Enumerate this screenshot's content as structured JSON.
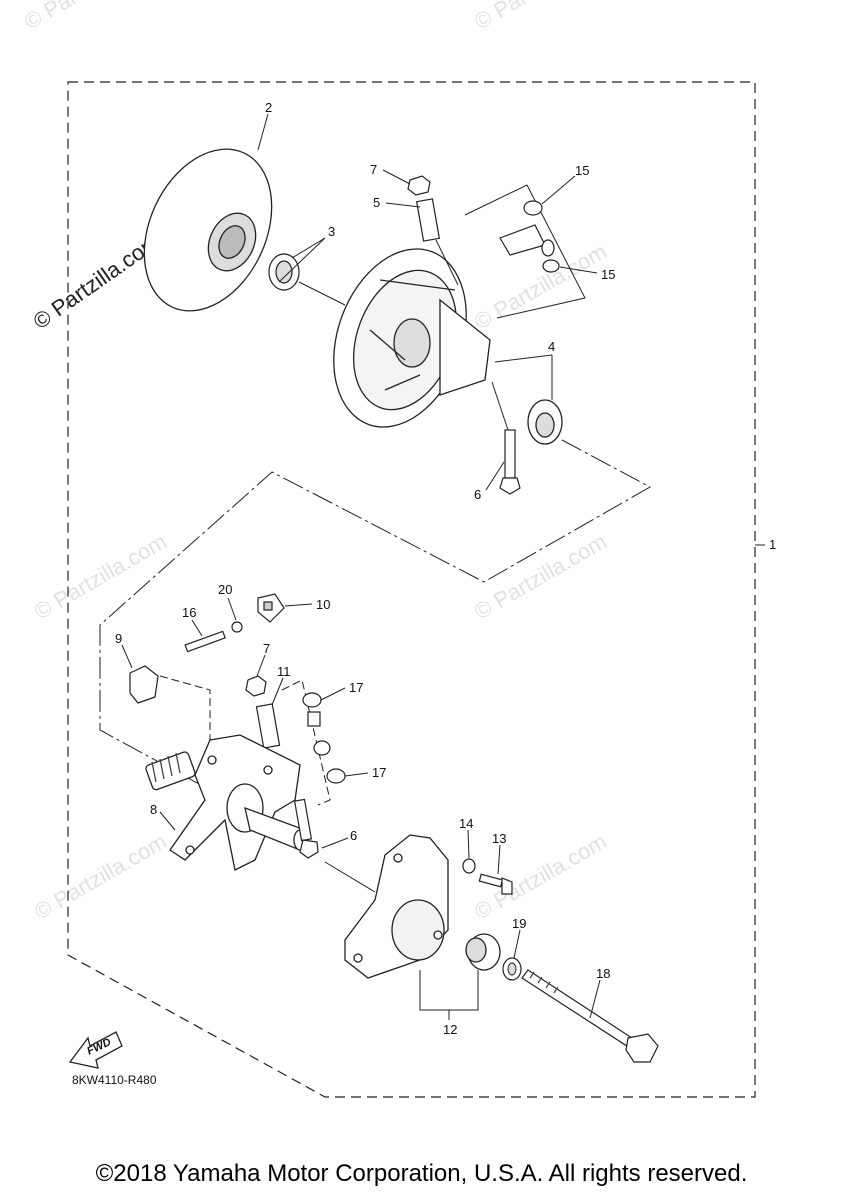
{
  "watermark": {
    "main": "© Partzilla.com",
    "faint": "© Partzilla.com"
  },
  "callouts": {
    "c1": "1",
    "c2": "2",
    "c3": "3",
    "c4": "4",
    "c5": "5",
    "c6a": "6",
    "c6b": "6",
    "c7a": "7",
    "c7b": "7",
    "c8": "8",
    "c9": "9",
    "c10": "10",
    "c11": "11",
    "c12": "12",
    "c13": "13",
    "c14": "14",
    "c15a": "15",
    "c15b": "15",
    "c16": "16",
    "c17a": "17",
    "c17b": "17",
    "c18": "18",
    "c19": "19",
    "c20": "20"
  },
  "fwd_label": "FWD",
  "diagram_code": "8KW4110-R480",
  "copyright": "©2018 Yamaha Motor Corporation, U.S.A. All rights reserved."
}
